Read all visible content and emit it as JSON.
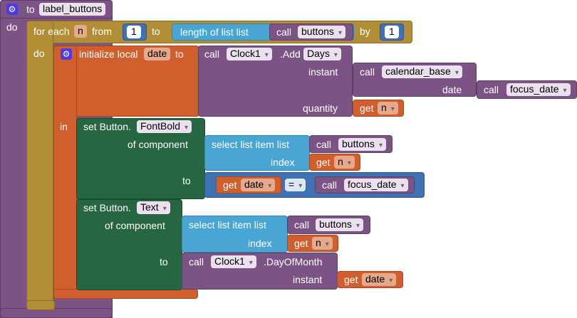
{
  "procedure": {
    "keyword_to": "to",
    "name": "label_buttons",
    "keyword_do": "do"
  },
  "for_each": {
    "prefix": "for each",
    "var": "n",
    "from_label": "from",
    "from_value": "1",
    "to_label": "to",
    "length_label": "length of list  list",
    "call_label": "call",
    "list_name": "buttons",
    "by_label": "by",
    "by_value": "1",
    "do_label": "do"
  },
  "local_init": {
    "label": "initialize local",
    "var": "date",
    "to_label": "to",
    "call_label": "call",
    "component": "Clock1",
    "method": ".Add",
    "unit": "Days",
    "instant_label": "instant",
    "instant_call": "call",
    "instant_proc": "calendar_base",
    "date_label": "date",
    "date_call": "call",
    "date_proc": "focus_date",
    "quantity_label": "quantity",
    "get_label": "get",
    "get_var": "n",
    "in_label": "in"
  },
  "set_fontbold": {
    "label": "set Button.",
    "property": "FontBold",
    "of_component_label": "of component",
    "select_label": "select list item  list",
    "call_label": "call",
    "list_name": "buttons",
    "index_label": "index",
    "get_label": "get",
    "get_var": "n",
    "to_label": "to",
    "compare_get": "get",
    "compare_var": "date",
    "operator": "=",
    "compare_call": "call",
    "compare_proc": "focus_date"
  },
  "set_text": {
    "label": "set Button.",
    "property": "Text",
    "of_component_label": "of component",
    "select_label": "select list item  list",
    "call_label": "call",
    "list_name": "buttons",
    "index_label": "index",
    "get_label": "get",
    "get_var": "n",
    "to_label": "to",
    "value_call": "call",
    "value_component": "Clock1",
    "value_method": ".DayOfMonth",
    "instant_label": "instant",
    "instant_get": "get",
    "instant_var": "date"
  },
  "colors": {
    "procedure": "#7c5385",
    "control": "#b18e35",
    "math": "#3f71b5",
    "list": "#49a6d4",
    "variable": "#d05f2d",
    "component": "#266643"
  }
}
